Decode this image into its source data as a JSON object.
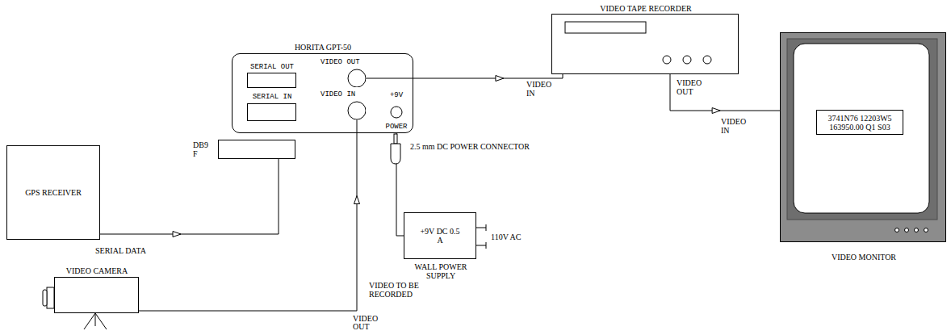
{
  "diagram": {
    "nodes": [
      {
        "text": [
          "GPS RECEIVER"
        ]
      },
      {
        "text": [
          "HORITA GPT-50"
        ]
      },
      {
        "text": [
          "SERIAL OUT"
        ],
        "in": 1
      },
      {
        "text": [
          "SERIAL IN"
        ],
        "in": 1
      },
      {
        "text": [
          "VIDEO OUT"
        ],
        "in": 1
      },
      {
        "text": [
          "VIDEO IN"
        ],
        "in": 1
      },
      {
        "text": [
          "+9V",
          "POWER"
        ],
        "in": 1
      },
      {
        "text": [
          "DB9 F"
        ]
      },
      {
        "text": [
          "VIDEO CAMERA"
        ]
      },
      {
        "text": [
          "+9V DC 0.5 A",
          "WALL POWER SUPPLY"
        ]
      },
      {
        "text": [
          "VIDEO TAPE RECORDER"
        ]
      },
      {
        "text": [
          "VIDEO MONITOR"
        ]
      },
      {
        "text": [
          "3741N76 12203W5",
          "163950.00 Q1 S03"
        ],
        "in": 11
      }
    ],
    "edges": [
      {
        "from": 0,
        "to": 7,
        "label": "SERIAL DATA",
        "arrow": "to"
      },
      {
        "from": 8,
        "to": 5,
        "arrow": "to"
      },
      {
        "from": 4,
        "to": 10,
        "arrow": "to"
      },
      {
        "from": 10,
        "to": 11,
        "arrow": "to"
      },
      {
        "from": 9,
        "to": 6,
        "arrow": "none"
      }
    ],
    "labels": [
      "VIDEO TO BE RECORDED",
      "VIDEO OUT",
      "2.5 mm DC POWER CONNECTOR",
      "110V AC",
      "VIDEO IN",
      "VIDEO OUT",
      "VIDEO IN"
    ]
  }
}
